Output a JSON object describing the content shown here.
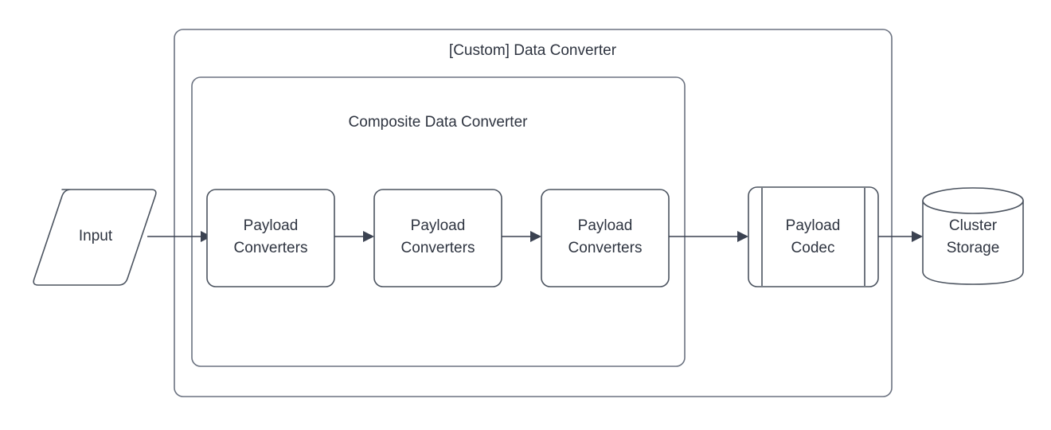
{
  "diagram": {
    "title": "[Custom] Data Converter",
    "background_color": "#ffffff",
    "stroke_color": "#4b535f",
    "container_stroke_color": "#6b7280",
    "text_color": "#2e3440",
    "containers": [
      {
        "id": "custom-data-converter",
        "label": "[Custom] Data Converter",
        "shape": "rounded-rectangle"
      },
      {
        "id": "composite-data-converter",
        "label": "Composite Data Converter",
        "shape": "rounded-rectangle"
      }
    ],
    "nodes": [
      {
        "id": "input",
        "label": "Input",
        "shape": "parallelogram"
      },
      {
        "id": "payload-converters-1",
        "label_line1": "Payload",
        "label_line2": "Converters",
        "shape": "rounded-rectangle"
      },
      {
        "id": "payload-converters-2",
        "label_line1": "Payload",
        "label_line2": "Converters",
        "shape": "rounded-rectangle"
      },
      {
        "id": "payload-converters-3",
        "label_line1": "Payload",
        "label_line2": "Converters",
        "shape": "rounded-rectangle"
      },
      {
        "id": "payload-codec",
        "label_line1": "Payload",
        "label_line2": "Codec",
        "shape": "predefined-process"
      },
      {
        "id": "cluster-storage",
        "label_line1": "Cluster",
        "label_line2": "Storage",
        "shape": "cylinder"
      }
    ],
    "edges": [
      {
        "id": "edge-input-to-pc1",
        "from": "input",
        "to": "payload-converters-1",
        "arrow": "single"
      },
      {
        "id": "edge-pc1-to-pc2",
        "from": "payload-converters-1",
        "to": "payload-converters-2",
        "arrow": "single"
      },
      {
        "id": "edge-pc2-to-pc3",
        "from": "payload-converters-2",
        "to": "payload-converters-3",
        "arrow": "single"
      },
      {
        "id": "edge-pc3-to-codec",
        "from": "payload-converters-3",
        "to": "payload-codec",
        "arrow": "single"
      },
      {
        "id": "edge-codec-to-storage",
        "from": "payload-codec",
        "to": "cluster-storage",
        "arrow": "single"
      }
    ]
  }
}
